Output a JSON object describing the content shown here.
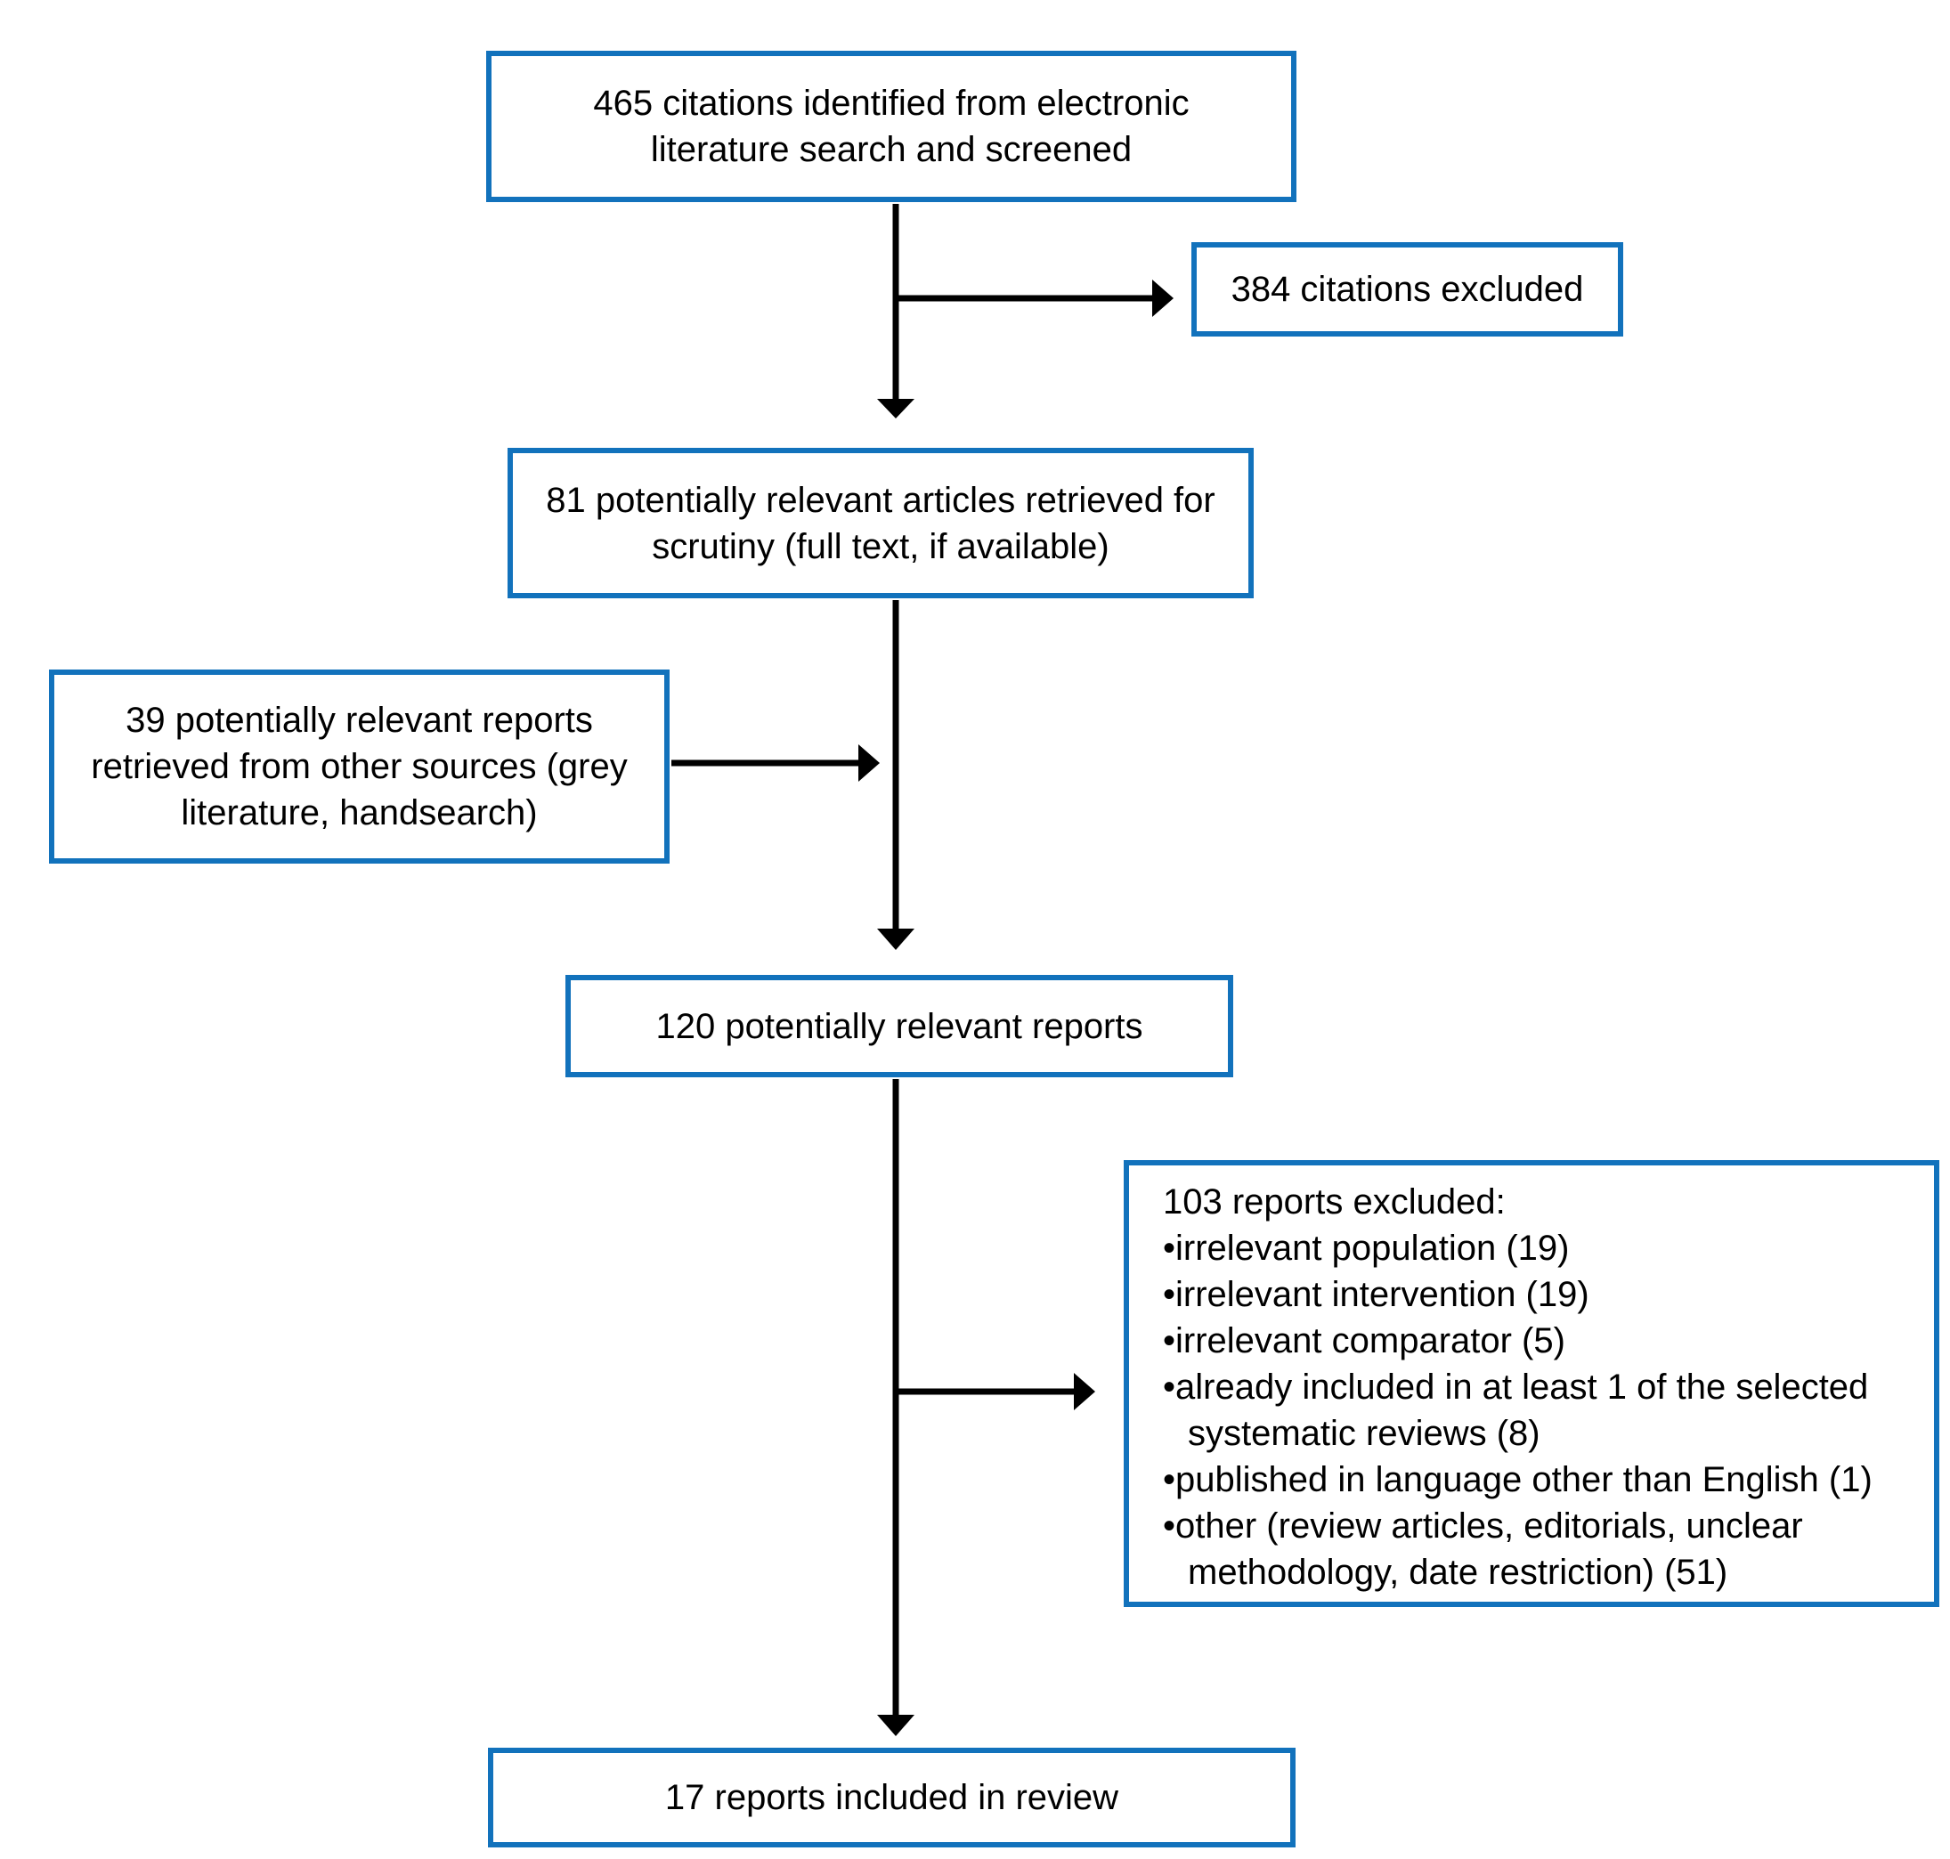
{
  "flowchart": {
    "boxes": {
      "identified": {
        "text": "465 citations identified from electronic literature search and screened"
      },
      "excluded_citations": {
        "text": "384 citations excluded"
      },
      "retrieved": {
        "text": "81 potentially relevant articles retrieved for scrutiny (full text, if available)"
      },
      "other_sources": {
        "text": "39 potentially relevant reports retrieved from other sources (grey literature, handsearch)"
      },
      "relevant_reports": {
        "text": "120 potentially relevant reports"
      },
      "excluded_reports": {
        "title": "103 reports excluded:",
        "reasons": [
          "irrelevant population (19)",
          "irrelevant intervention (19)",
          "irrelevant comparator (5)",
          "already included in at least 1 of the selected systematic reviews (8)",
          "published in language other than English (1)",
          "other (review articles, editorials, unclear methodology, date restriction) (51)"
        ]
      },
      "included": {
        "text": "17 reports included in review"
      }
    },
    "edges": [
      {
        "from": "identified",
        "to": "retrieved"
      },
      {
        "from": "identified",
        "to": "excluded_citations"
      },
      {
        "from": "retrieved",
        "to": "relevant_reports"
      },
      {
        "from": "other_sources",
        "to": "relevant_reports"
      },
      {
        "from": "relevant_reports",
        "to": "excluded_reports"
      },
      {
        "from": "relevant_reports",
        "to": "included"
      }
    ],
    "colors": {
      "box_border": "#1272bc",
      "arrow": "#000000",
      "background": "#ffffff",
      "text": "#000000"
    }
  }
}
